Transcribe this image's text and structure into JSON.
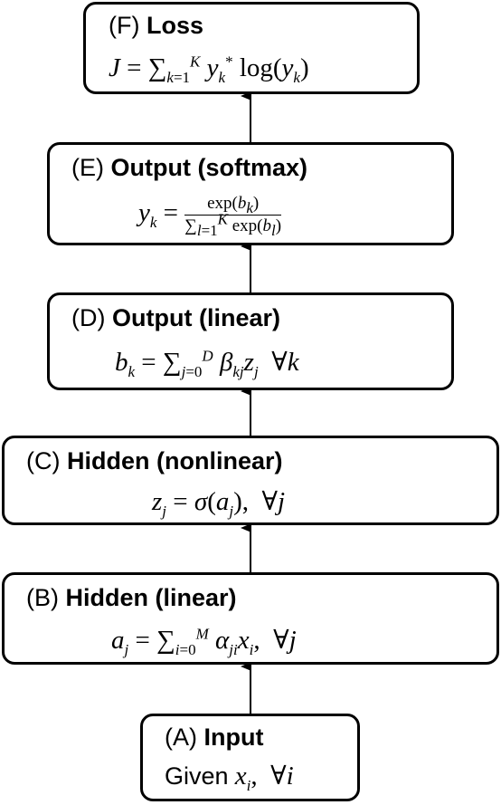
{
  "layers": [
    {
      "id": "F",
      "label": "(F)",
      "name": "Loss"
    },
    {
      "id": "E",
      "label": "(E)",
      "name": "Output (softmax)"
    },
    {
      "id": "D",
      "label": "(D)",
      "name": "Output (linear)"
    },
    {
      "id": "C",
      "label": "(C)",
      "name": "Hidden (nonlinear)"
    },
    {
      "id": "B",
      "label": "(B)",
      "name": "Hidden (linear)"
    },
    {
      "id": "A",
      "label": "(A)",
      "name": "Input",
      "given": "Given"
    }
  ]
}
